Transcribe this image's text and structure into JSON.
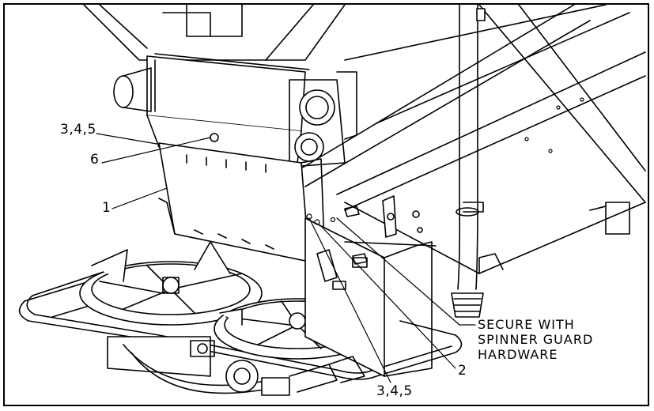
{
  "callouts": {
    "c1": "3,4,5",
    "c2": "6",
    "c3": "1",
    "c4": "2",
    "c5": "3,4,5"
  },
  "note": {
    "line1": "SECURE WITH",
    "line2": "SPINNER GUARD",
    "line3": "HARDWARE"
  }
}
